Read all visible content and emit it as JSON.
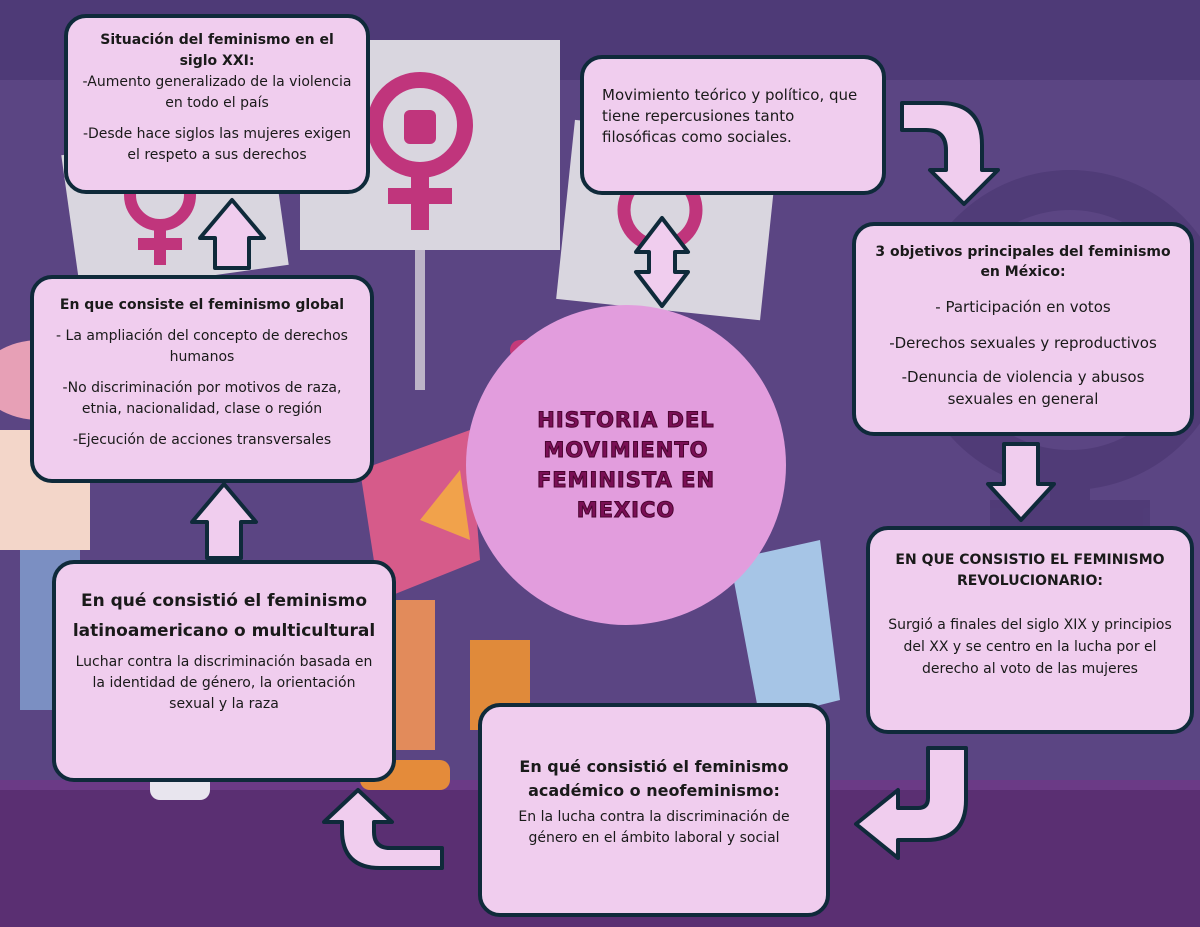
{
  "diagram": {
    "center_title": "HISTORIA DEL MOVIMIENTO FEMINISTA EN MEXICO",
    "boxes": {
      "siglo_xxi": {
        "heading": "Situación del feminismo en el siglo XXI:",
        "line1": "-Aumento generalizado de la violencia en todo el país",
        "line2": "-Desde hace siglos las mujeres exigen el respeto a sus derechos"
      },
      "movimiento": {
        "text": "Movimiento teórico y político, que tiene repercusiones tanto filosóficas como sociales."
      },
      "global": {
        "heading": "En que consiste el feminismo global",
        "line1": "- La ampliación del concepto de derechos humanos",
        "line2": "-No discriminación por motivos de raza, etnia, nacionalidad, clase o región",
        "line3": "-Ejecución de acciones transversales"
      },
      "objetivos": {
        "heading": "3 objetivos principales del feminismo en México:",
        "line1": "- Participación en votos",
        "line2": "-Derechos sexuales y reproductivos",
        "line3": "-Denuncia de violencia y abusos sexuales en general"
      },
      "revolucionario": {
        "heading": "EN QUE CONSISTIO EL FEMINISMO REVOLUCIONARIO:",
        "text": "Surgió a finales del siglo XIX y principios del XX y se centro en la lucha por el derecho al voto de las mujeres"
      },
      "latinoamericano": {
        "heading": "En qué consistió el feminismo latinoamericano o multicultural",
        "text": "Luchar contra la discriminación basada en la identidad de género, la orientación sexual y la raza"
      },
      "academico": {
        "heading": "En qué consistió el feminismo académico o neofeminismo:",
        "text": "En la lucha contra la discriminación de género en el ámbito laboral y social"
      }
    },
    "colors": {
      "background": "#5b4583",
      "box_fill": "#f0cdee",
      "box_border": "#0f2a3a",
      "center_fill": "#e29ddd",
      "center_text": "#7a0f55",
      "arrow_fill": "#f0cdee"
    }
  }
}
